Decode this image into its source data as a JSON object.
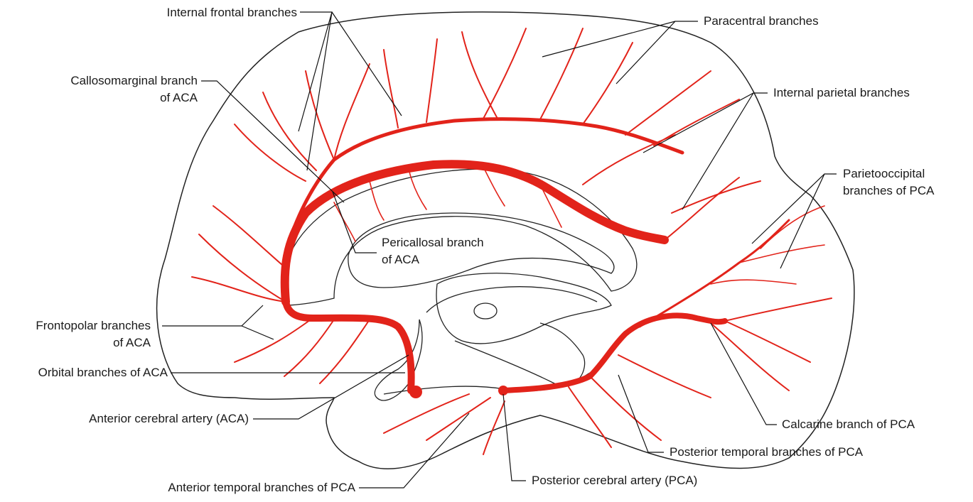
{
  "colors": {
    "artery": "#e2231a",
    "outline": "#222222",
    "leader": "#111111",
    "background": "#ffffff"
  },
  "labels": {
    "internal_frontal": "Internal frontal branches",
    "paracentral": "Paracentral branches",
    "callosomarginal_1": "Callosomarginal branch",
    "callosomarginal_2": "of ACA",
    "internal_parietal": "Internal parietal branches",
    "pericallosal_1": "Pericallosal branch",
    "pericallosal_2": "of ACA",
    "parietooccipital_1": "Parietooccipital",
    "parietooccipital_2": "branches of PCA",
    "frontopolar_1": "Frontopolar branches",
    "frontopolar_2": "of ACA",
    "orbital": "Orbital branches of ACA",
    "aca": "Anterior cerebral artery (ACA)",
    "calcarine": "Calcarine branch of PCA",
    "posterior_temporal": "Posterior temporal branches of PCA",
    "pca": "Posterior cerebral artery (PCA)",
    "anterior_temporal": "Anterior temporal branches of PCA"
  }
}
